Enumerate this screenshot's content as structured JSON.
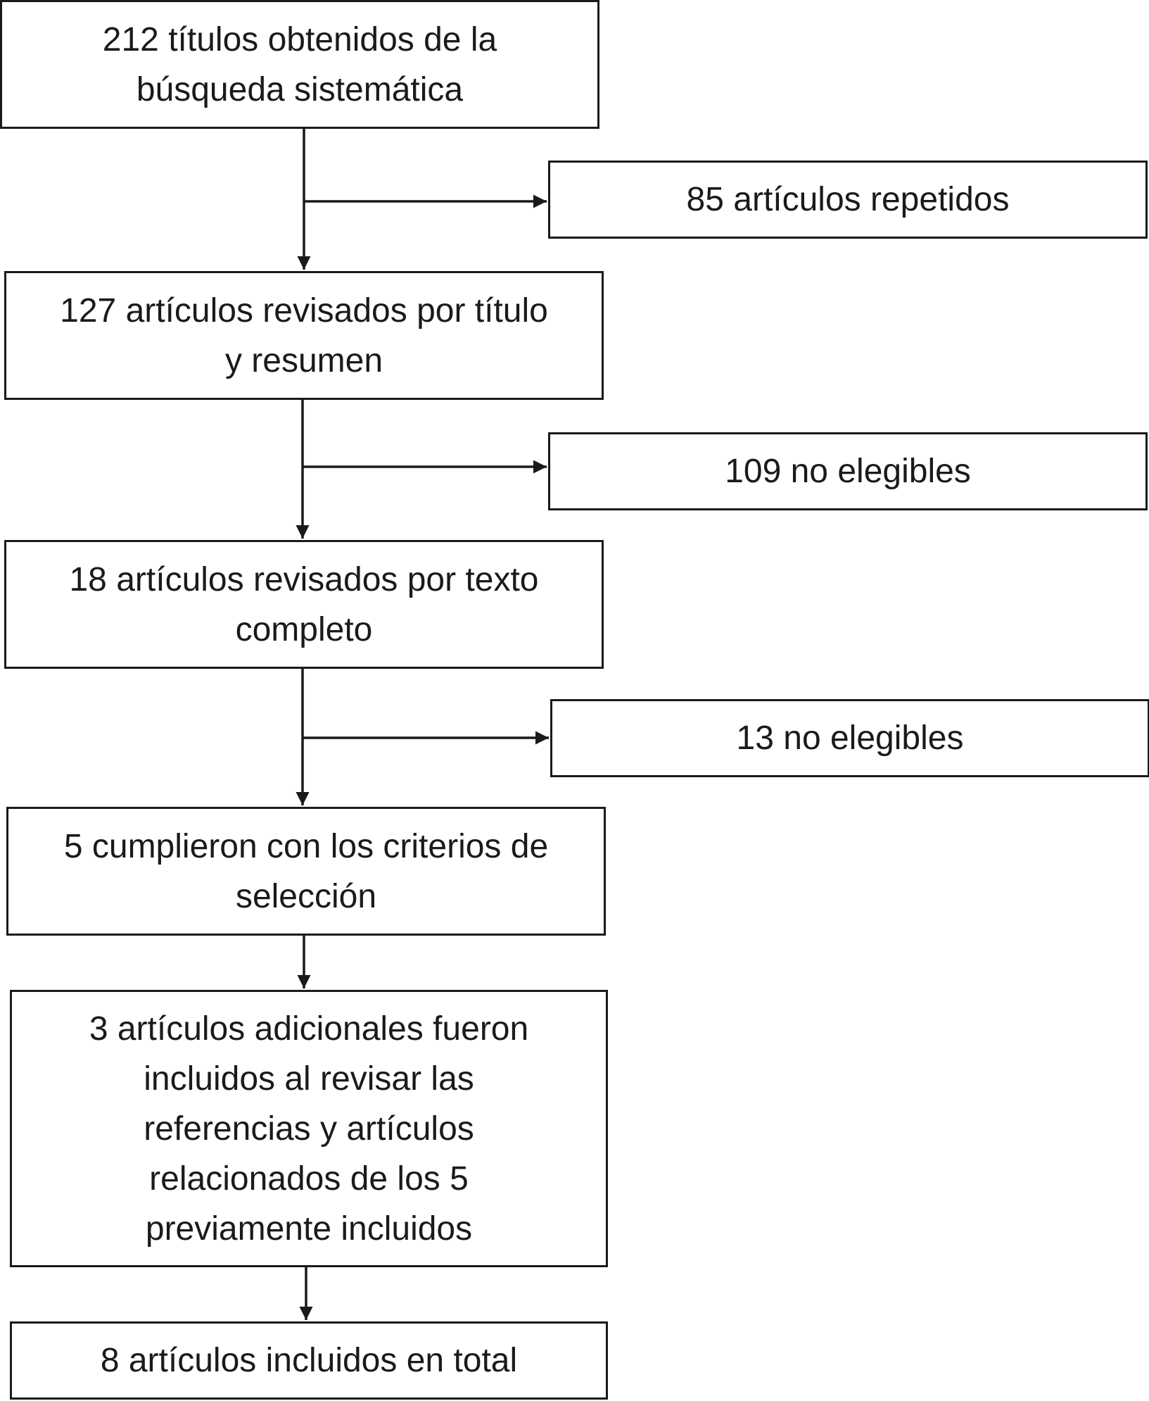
{
  "boxes": {
    "search": {
      "lines": [
        "212 títulos obtenidos de la",
        "búsqueda sistemática"
      ]
    },
    "title_review": {
      "lines": [
        "127 artículos revisados por título",
        "y resumen"
      ]
    },
    "fulltext": {
      "lines": [
        "18 artículos revisados por texto",
        "completo"
      ]
    },
    "criteria": {
      "lines": [
        "5 cumplieron con los criterios de",
        "selección"
      ]
    },
    "additional": {
      "lines": [
        "3 artículos adicionales fueron",
        "incluidos al revisar las",
        "referencias y artículos",
        "relacionados de los 5",
        "previamente incluidos"
      ]
    },
    "total": {
      "lines": [
        "8 artículos incluidos en total"
      ]
    }
  },
  "exclusions": {
    "duplicates": "85 artículos repetidos",
    "not_eligible_title": "109 no elegibles",
    "not_eligible_full": "13 no elegibles"
  },
  "colors": {
    "stroke": "#1a1a1a",
    "background": "#ffffff"
  }
}
